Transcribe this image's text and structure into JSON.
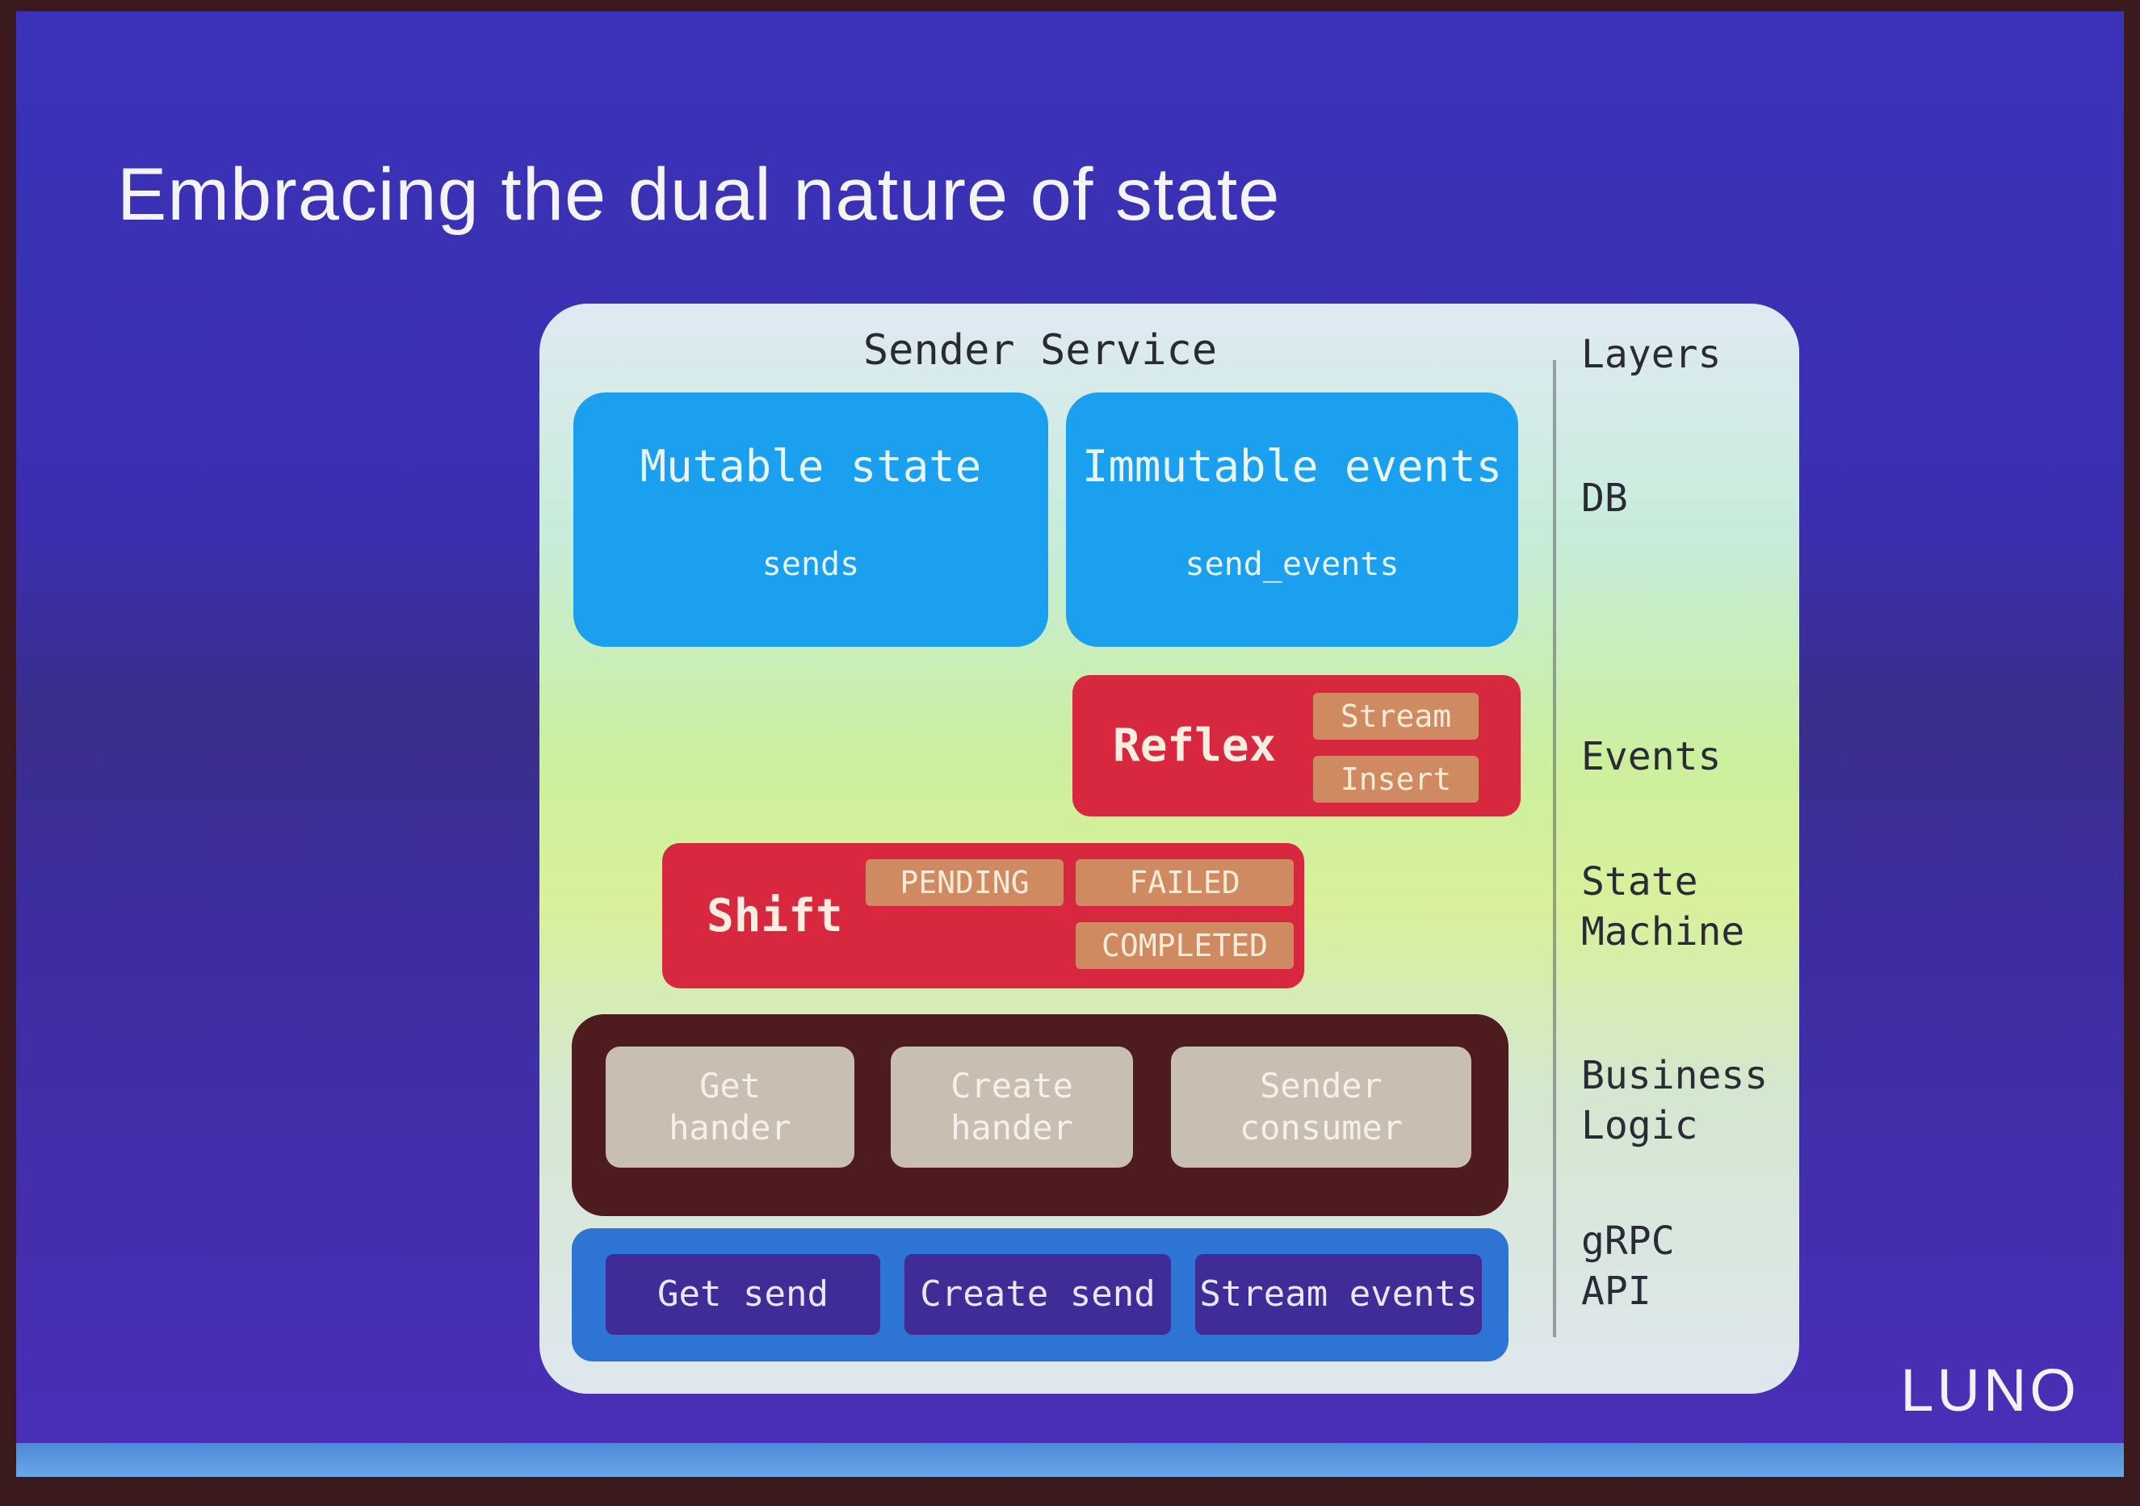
{
  "slide": {
    "title": "Embracing the dual nature of state",
    "brand": "LUNO"
  },
  "diagram": {
    "title": "Sender Service",
    "layers_header": "Layers",
    "layers": [
      {
        "line1": "DB",
        "line2": ""
      },
      {
        "line1": "Events",
        "line2": ""
      },
      {
        "line1": "State",
        "line2": "Machine"
      },
      {
        "line1": "Business",
        "line2": "Logic"
      },
      {
        "line1": "gRPC",
        "line2": "API"
      }
    ],
    "db": {
      "mutable": {
        "title": "Mutable state",
        "table": "sends"
      },
      "immutable": {
        "title": "Immutable events",
        "table": "send_events"
      }
    },
    "reflex": {
      "title": "Reflex",
      "tags": [
        "Stream",
        "Insert"
      ]
    },
    "shift": {
      "title": "Shift",
      "states": [
        "PENDING",
        "FAILED",
        "COMPLETED"
      ]
    },
    "business": [
      {
        "line1": "Get",
        "line2": "hander"
      },
      {
        "line1": "Create",
        "line2": "hander"
      },
      {
        "line1": "Sender",
        "line2": "consumer"
      }
    ],
    "api": [
      "Get send",
      "Create send",
      "Stream events"
    ]
  },
  "colors": {
    "db_blue": "#1aa0ee",
    "red": "#d7283f",
    "tag": "#cf8a62",
    "business_bg": "#4e1b1e",
    "api_bg": "#2d74d4",
    "api_btn": "#3f2c96"
  }
}
